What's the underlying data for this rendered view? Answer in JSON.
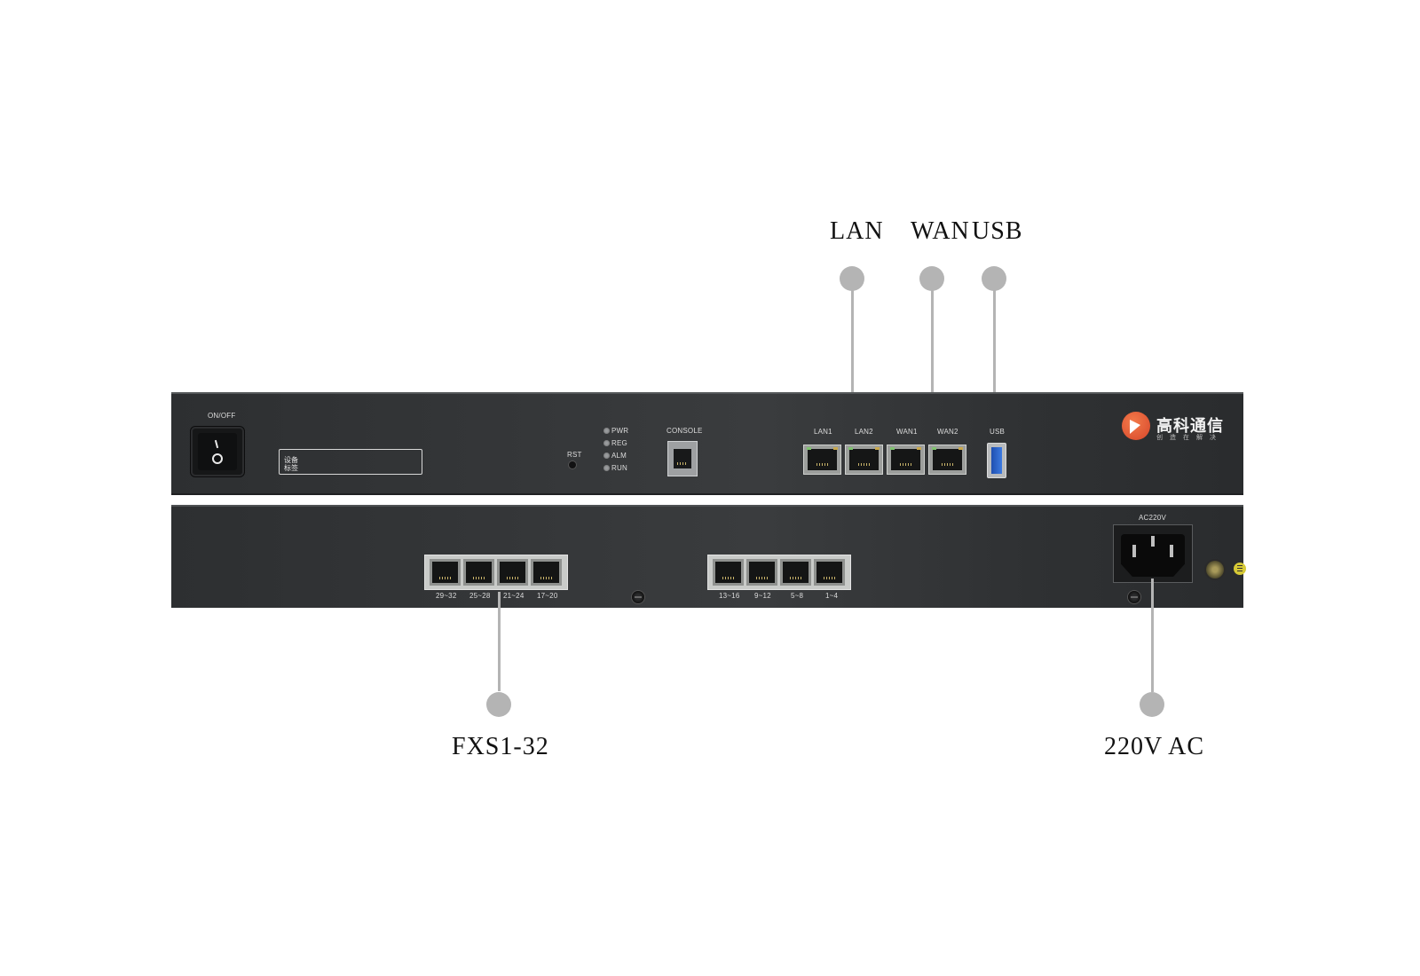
{
  "callouts": {
    "lan": "LAN",
    "wan": "WAN",
    "usb": "USB",
    "fxs": "FXS1-32",
    "power": "220V AC"
  },
  "front_panel": {
    "power_switch_label": "ON/OFF",
    "device_label_line1": "设备",
    "device_label_line2": "标签",
    "reset_label": "RST",
    "leds": [
      "PWR",
      "REG",
      "ALM",
      "RUN"
    ],
    "console_label": "CONSOLE",
    "network_ports": [
      "LAN1",
      "LAN2",
      "WAN1",
      "WAN2"
    ],
    "usb_label": "USB",
    "brand_name": "高科通信",
    "brand_tagline": "创造在解决"
  },
  "rear_panel": {
    "fxs_groups": [
      [
        "29~32",
        "25~28",
        "21~24",
        "17~20"
      ],
      [
        "13~16",
        "9~12",
        "5~8",
        "1~4"
      ]
    ],
    "ac_label": "AC220V"
  },
  "colors": {
    "panel": "#333537",
    "callout_dot": "#b4b4b4",
    "brand_mark": "#e0532e",
    "usb_blue": "#2b5fc9"
  }
}
